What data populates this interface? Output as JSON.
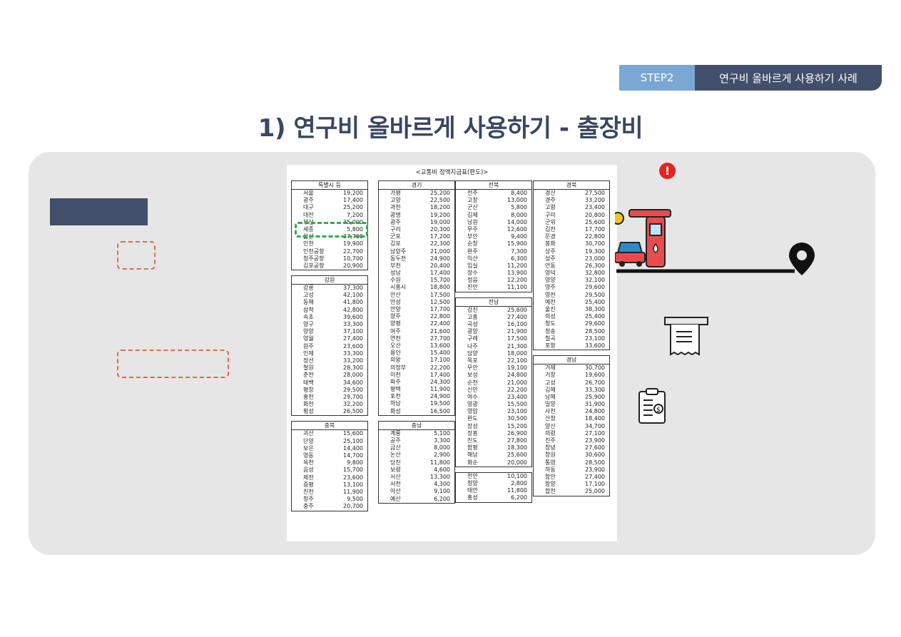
{
  "header": {
    "step_label": "STEP2",
    "step_title": "연구비 올바르게 사용하기 사례"
  },
  "title": "1) 연구비 올바르게 사용하기 - 출장비",
  "document": {
    "caption": "<교통비 정액지급표(편도)>",
    "columns": [
      [
        {
          "region": "특별시 등",
          "rows": [
            [
              "서울",
              "19,200"
            ],
            [
              "광주",
              "17,400"
            ],
            [
              "대구",
              "25,200"
            ],
            [
              "대전",
              "7,200"
            ],
            [
              "부산",
              "35,000"
            ],
            [
              "세종",
              "5,800"
            ],
            [
              "울산",
              "37,700"
            ],
            [
              "인천",
              "19,900"
            ],
            [
              "인천공항",
              "22,700"
            ],
            [
              "청주공항",
              "10,700"
            ],
            [
              "김포공항",
              "20,900"
            ]
          ]
        },
        {
          "region": "강원",
          "rows": [
            [
              "강릉",
              "37,300"
            ],
            [
              "고성",
              "42,100"
            ],
            [
              "동해",
              "41,800"
            ],
            [
              "삼척",
              "42,800"
            ],
            [
              "속초",
              "39,600"
            ],
            [
              "양구",
              "33,300"
            ],
            [
              "양양",
              "37,100"
            ],
            [
              "영월",
              "27,400"
            ],
            [
              "원주",
              "23,600"
            ],
            [
              "인제",
              "33,300"
            ],
            [
              "정선",
              "33,200"
            ],
            [
              "철원",
              "28,300"
            ],
            [
              "춘천",
              "28,000"
            ],
            [
              "태백",
              "34,600"
            ],
            [
              "평창",
              "29,500"
            ],
            [
              "홍천",
              "29,700"
            ],
            [
              "화천",
              "32,200"
            ],
            [
              "횡성",
              "26,500"
            ]
          ]
        },
        {
          "region": "충북",
          "rows": [
            [
              "괴산",
              "15,600"
            ],
            [
              "단양",
              "25,100"
            ],
            [
              "보은",
              "14,400"
            ],
            [
              "영동",
              "14,700"
            ],
            [
              "옥천",
              "9,800"
            ],
            [
              "음성",
              "15,700"
            ],
            [
              "제천",
              "23,600"
            ],
            [
              "증평",
              "13,100"
            ],
            [
              "진천",
              "11,900"
            ],
            [
              "청주",
              "9,500"
            ],
            [
              "충주",
              "20,700"
            ]
          ]
        }
      ],
      [
        {
          "region": "경기",
          "rows": [
            [
              "가평",
              "25,200"
            ],
            [
              "고양",
              "22,500"
            ],
            [
              "과천",
              "18,200"
            ],
            [
              "광명",
              "19,200"
            ],
            [
              "광주",
              "19,000"
            ],
            [
              "구리",
              "20,300"
            ],
            [
              "군포",
              "17,200"
            ],
            [
              "김포",
              "22,300"
            ],
            [
              "남양주",
              "21,000"
            ],
            [
              "동두천",
              "24,900"
            ],
            [
              "부천",
              "20,400"
            ],
            [
              "성남",
              "17,400"
            ],
            [
              "수원",
              "15,700"
            ],
            [
              "시흥시",
              "18,800"
            ],
            [
              "안산",
              "17,500"
            ],
            [
              "안성",
              "12,500"
            ],
            [
              "안양",
              "17,700"
            ],
            [
              "양주",
              "22,800"
            ],
            [
              "양평",
              "22,400"
            ],
            [
              "여주",
              "21,600"
            ],
            [
              "연천",
              "27,700"
            ],
            [
              "오산",
              "13,600"
            ],
            [
              "용인",
              "15,400"
            ],
            [
              "의왕",
              "17,100"
            ],
            [
              "의정부",
              "22,200"
            ],
            [
              "이천",
              "17,400"
            ],
            [
              "파주",
              "24,300"
            ],
            [
              "평택",
              "11,900"
            ],
            [
              "포천",
              "24,900"
            ],
            [
              "하남",
              "19,500"
            ],
            [
              "화성",
              "16,500"
            ]
          ]
        },
        {
          "region": "충남",
          "rows": [
            [
              "계룡",
              "5,100"
            ],
            [
              "공주",
              "3,300"
            ],
            [
              "금산",
              "8,000"
            ],
            [
              "논산",
              "2,900"
            ],
            [
              "당진",
              "11,800"
            ],
            [
              "보령",
              "4,600"
            ],
            [
              "서산",
              "13,300"
            ],
            [
              "서천",
              "4,300"
            ],
            [
              "아산",
              "9,100"
            ],
            [
              "예산",
              "6,200"
            ]
          ]
        }
      ],
      [
        {
          "region": "전북",
          "rows": [
            [
              "전주",
              "8,400"
            ],
            [
              "고창",
              "13,000"
            ],
            [
              "군산",
              "5,800"
            ],
            [
              "김제",
              "8,000"
            ],
            [
              "남원",
              "14,000"
            ],
            [
              "무주",
              "12,600"
            ],
            [
              "부안",
              "9,400"
            ],
            [
              "순창",
              "15,900"
            ],
            [
              "완주",
              "7,300"
            ],
            [
              "익산",
              "6,300"
            ],
            [
              "임실",
              "11,200"
            ],
            [
              "장수",
              "13,900"
            ],
            [
              "정읍",
              "12,200"
            ],
            [
              "진안",
              "11,100"
            ]
          ]
        },
        {
          "region": "전남",
          "rows": [
            [
              "강진",
              "25,600"
            ],
            [
              "고흥",
              "27,400"
            ],
            [
              "곡성",
              "16,100"
            ],
            [
              "광양",
              "21,900"
            ],
            [
              "구례",
              "17,500"
            ],
            [
              "나주",
              "21,300"
            ],
            [
              "담양",
              "18,000"
            ],
            [
              "목포",
              "22,100"
            ],
            [
              "무안",
              "19,100"
            ],
            [
              "보성",
              "24,800"
            ],
            [
              "순천",
              "21,000"
            ],
            [
              "신안",
              "22,200"
            ],
            [
              "여수",
              "23,400"
            ],
            [
              "영광",
              "15,500"
            ],
            [
              "영암",
              "23,100"
            ],
            [
              "완도",
              "30,500"
            ],
            [
              "장성",
              "15,200"
            ],
            [
              "장흥",
              "26,900"
            ],
            [
              "진도",
              "27,800"
            ],
            [
              "함평",
              "18,300"
            ],
            [
              "해남",
              "25,600"
            ],
            [
              "화순",
              "20,000"
            ]
          ]
        },
        {
          "region": "",
          "rows": [
            [
              "천안",
              "10,100"
            ],
            [
              "청양",
              "2,800"
            ],
            [
              "태안",
              "11,800"
            ],
            [
              "홍성",
              "6,200"
            ]
          ]
        }
      ],
      [
        {
          "region": "경북",
          "rows": [
            [
              "경산",
              "27,500"
            ],
            [
              "경주",
              "33,200"
            ],
            [
              "고령",
              "23,400"
            ],
            [
              "구미",
              "20,800"
            ],
            [
              "군위",
              "25,600"
            ],
            [
              "김천",
              "17,700"
            ],
            [
              "문경",
              "22,800"
            ],
            [
              "봉화",
              "30,700"
            ],
            [
              "상주",
              "19,300"
            ],
            [
              "성주",
              "23,000"
            ],
            [
              "안동",
              "26,300"
            ],
            [
              "영덕",
              "32,800"
            ],
            [
              "영양",
              "32,100"
            ],
            [
              "영주",
              "29,600"
            ],
            [
              "영천",
              "29,500"
            ],
            [
              "예천",
              "25,400"
            ],
            [
              "울진",
              "38,300"
            ],
            [
              "의성",
              "25,400"
            ],
            [
              "청도",
              "29,600"
            ],
            [
              "청송",
              "28,500"
            ],
            [
              "칠곡",
              "23,100"
            ],
            [
              "포항",
              "33,600"
            ]
          ]
        },
        {
          "region": "경남",
          "rows": [
            [
              "거제",
              "30,700"
            ],
            [
              "거창",
              "19,600"
            ],
            [
              "고성",
              "26,700"
            ],
            [
              "김해",
              "33,300"
            ],
            [
              "남해",
              "25,900"
            ],
            [
              "밀양",
              "31,900"
            ],
            [
              "사천",
              "24,800"
            ],
            [
              "산청",
              "18,400"
            ],
            [
              "양산",
              "34,700"
            ],
            [
              "의령",
              "27,100"
            ],
            [
              "진주",
              "23,900"
            ],
            [
              "창녕",
              "27,600"
            ],
            [
              "창원",
              "30,600"
            ],
            [
              "통영",
              "28,500"
            ],
            [
              "하동",
              "23,900"
            ],
            [
              "함안",
              "27,400"
            ],
            [
              "함양",
              "17,100"
            ],
            [
              "합천",
              "25,000"
            ]
          ]
        }
      ]
    ]
  },
  "icons": {
    "alert": "!",
    "alert_color": "#e52322",
    "accent_navy": "#414f6b",
    "accent_blue": "#7aa7d3"
  }
}
